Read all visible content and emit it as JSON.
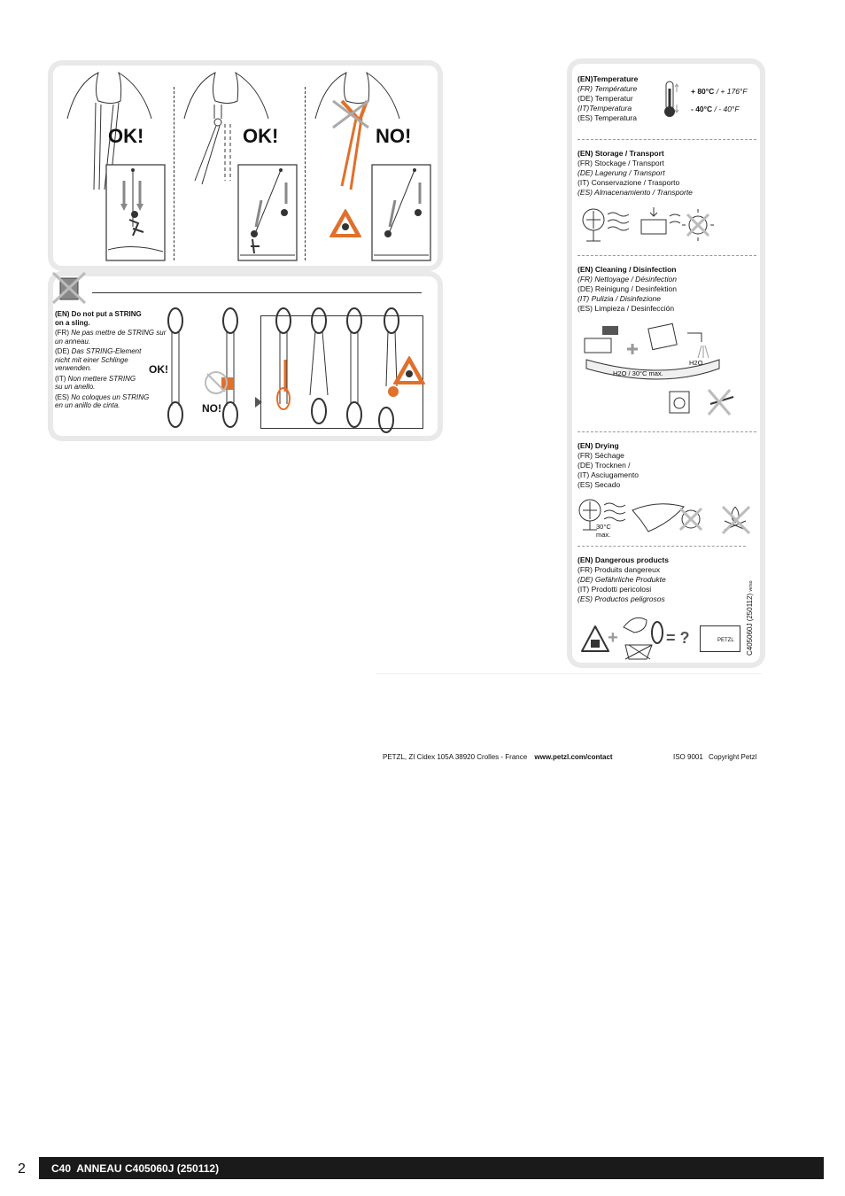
{
  "left_top": {
    "ok1": "OK!",
    "ok2": "OK!",
    "no": "NO!"
  },
  "string_panel": {
    "lines": [
      {
        "lang": "(EN)",
        "text": "Do not put a STRING",
        "style": "bold"
      },
      {
        "lang": "",
        "text": "on a sling.",
        "style": "bold"
      },
      {
        "lang": "(FR)",
        "text": "Ne pas mettre de STRING sur",
        "style": "italic"
      },
      {
        "lang": "",
        "text": "un anneau.",
        "style": "italic"
      },
      {
        "lang": "(DE)",
        "text": "Das STRING-Element",
        "style": "italic"
      },
      {
        "lang": "",
        "text": "nicht mit einer Schlinge",
        "style": "italic"
      },
      {
        "lang": "",
        "text": "verwenden.",
        "style": "italic"
      },
      {
        "lang": "(IT)",
        "text": "Non mettere STRING",
        "style": "italic"
      },
      {
        "lang": "",
        "text": "su un anello.",
        "style": "italic"
      },
      {
        "lang": "(ES)",
        "text": "No coloques un STRING",
        "style": "italic"
      },
      {
        "lang": "",
        "text": "en un anillo de cinta.",
        "style": "italic"
      }
    ],
    "ok": "OK!",
    "no": "NO!"
  },
  "right_panel": {
    "temperature": {
      "en": "(EN)Temperature",
      "fr": "(FR) Température",
      "de": "(DE) Temperatur",
      "it": "(IT)Temperatura",
      "es": "(ES) Temperatura",
      "hot_c": "+ 80°C",
      "hot_f": " / + 176°F",
      "cold_c": "- 40°C",
      "cold_f": " / - 40°F"
    },
    "storage": {
      "en": "(EN) Storage / Transport",
      "fr": "(FR) Stockage / Transport",
      "de": "(DE) Lagerung / Transport",
      "it": "(IT) Conservazione / Trasporto",
      "es": "(ES) Almacenamiento / Transporte"
    },
    "cleaning": {
      "en": "(EN) Cleaning / Disinfection",
      "fr": "(FR) Nettoyage / Désinfection",
      "de": "(DE) Reinigung / Desinfektion",
      "it": "(IT) Pulizia / Disinfezione",
      "es": "(ES) Limpieza / Desinfección",
      "water_label": "H2O / 30°C max.",
      "h2o": "H2O"
    },
    "drying": {
      "en": "(EN) Drying",
      "fr": "(FR) Séchage",
      "de": "(DE) Trocknen /",
      "it": "(IT) Asciugamento",
      "es": "(ES) Secado",
      "temp": "30°C",
      "max": "max."
    },
    "dangerous": {
      "en": "(EN) Dangerous products",
      "fr": "(FR) Produits dangereux",
      "de": "(DE) Gefährliche Produkte",
      "it": "(IT) Prodotti pericolosi",
      "es": "(ES) Productos peligrosos",
      "plus": "+",
      "equals": "= ?",
      "petzl_label": "PETZL"
    },
    "doc_code": "C405060J (250112)",
    "verso": "verso"
  },
  "footer": {
    "address": "PETZL, ZI Cidex 105A 38920 Crolles - France",
    "url": "www.petzl.com/contact",
    "iso": "ISO 9001",
    "copyright": "Copyright Petzl"
  },
  "bottom_bar": {
    "page_number": "2",
    "product": "C40  ANNEAU",
    "code": "C405060J (250112)"
  }
}
